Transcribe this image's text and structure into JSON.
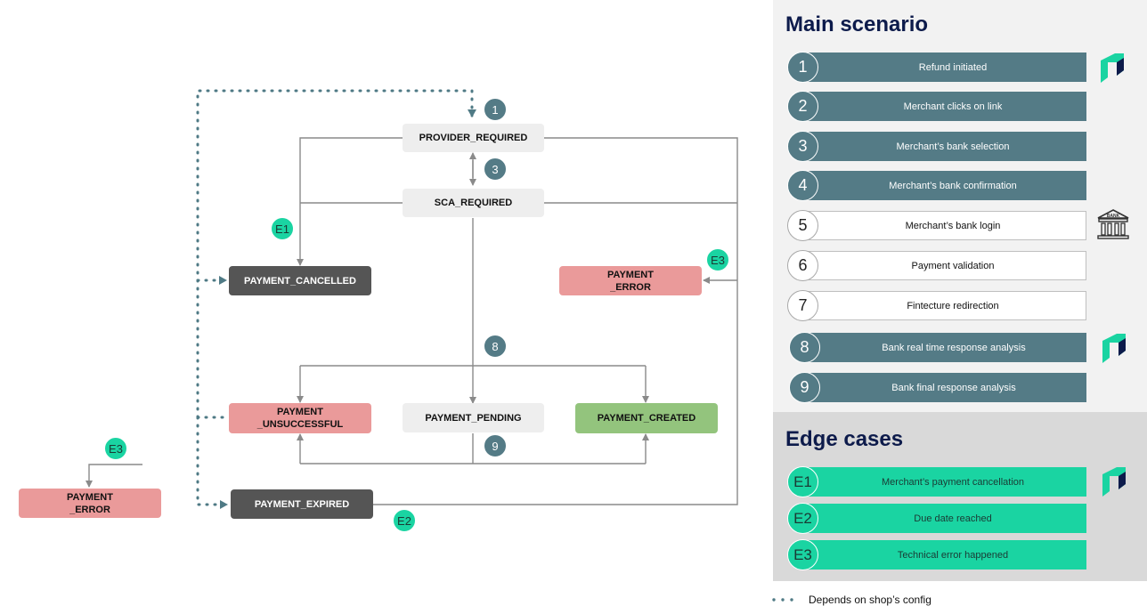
{
  "nodes": {
    "provider_required": "PROVIDER_REQUIRED",
    "sca_required": "SCA_REQUIRED",
    "payment_cancelled": "PAYMENT_CANCELLED",
    "payment_error_right": "PAYMENT\n_ERROR",
    "payment_unsuccessful": "PAYMENT\n_UNSUCCESSFUL",
    "payment_pending": "PAYMENT_PENDING",
    "payment_created": "PAYMENT_CREATED",
    "payment_expired": "PAYMENT_EXPIRED",
    "payment_error_left": "PAYMENT\n_ERROR"
  },
  "badges": {
    "b1": "1",
    "b3": "3",
    "b8": "8",
    "b9": "9",
    "e1": "E1",
    "e2": "E2",
    "e3_right": "E3",
    "e3_left": "E3"
  },
  "main_scenario": {
    "title": "Main scenario",
    "steps": [
      {
        "num": "1",
        "label": "Refund initiated",
        "style": "dark",
        "icon": "fintecture-logo-icon"
      },
      {
        "num": "2",
        "label": "Merchant clicks on link",
        "style": "dark"
      },
      {
        "num": "3",
        "label": "Merchant’s bank selection",
        "style": "dark"
      },
      {
        "num": "4",
        "label": "Merchant’s  bank confirmation",
        "style": "dark"
      },
      {
        "num": "5",
        "label": "Merchant’s bank login",
        "style": "light",
        "icon": "bank-icon"
      },
      {
        "num": "6",
        "label": "Payment validation",
        "style": "light"
      },
      {
        "num": "7",
        "label": "Fintecture redirection",
        "style": "light"
      },
      {
        "num": "8",
        "label": "Bank real time response analysis",
        "style": "dark",
        "icon": "fintecture-logo-icon"
      },
      {
        "num": "9",
        "label": "Bank final response analysis",
        "style": "dark"
      }
    ]
  },
  "edge_cases": {
    "title": "Edge cases",
    "items": [
      {
        "num": "E1",
        "label": "Merchant’s payment cancellation",
        "icon": "fintecture-logo-icon"
      },
      {
        "num": "E2",
        "label": "Due date reached"
      },
      {
        "num": "E3",
        "label": "Technical error happened"
      }
    ]
  },
  "bank_icon_text": "BANK",
  "legend": {
    "label": "Depends on shop’s config"
  },
  "colors": {
    "step_dark": "#547b86",
    "edge_green": "#1ad4a2",
    "node_red": "#ea9a9a",
    "node_green": "#93c47d",
    "node_dark": "#555555",
    "title_navy": "#0d1b4b"
  }
}
